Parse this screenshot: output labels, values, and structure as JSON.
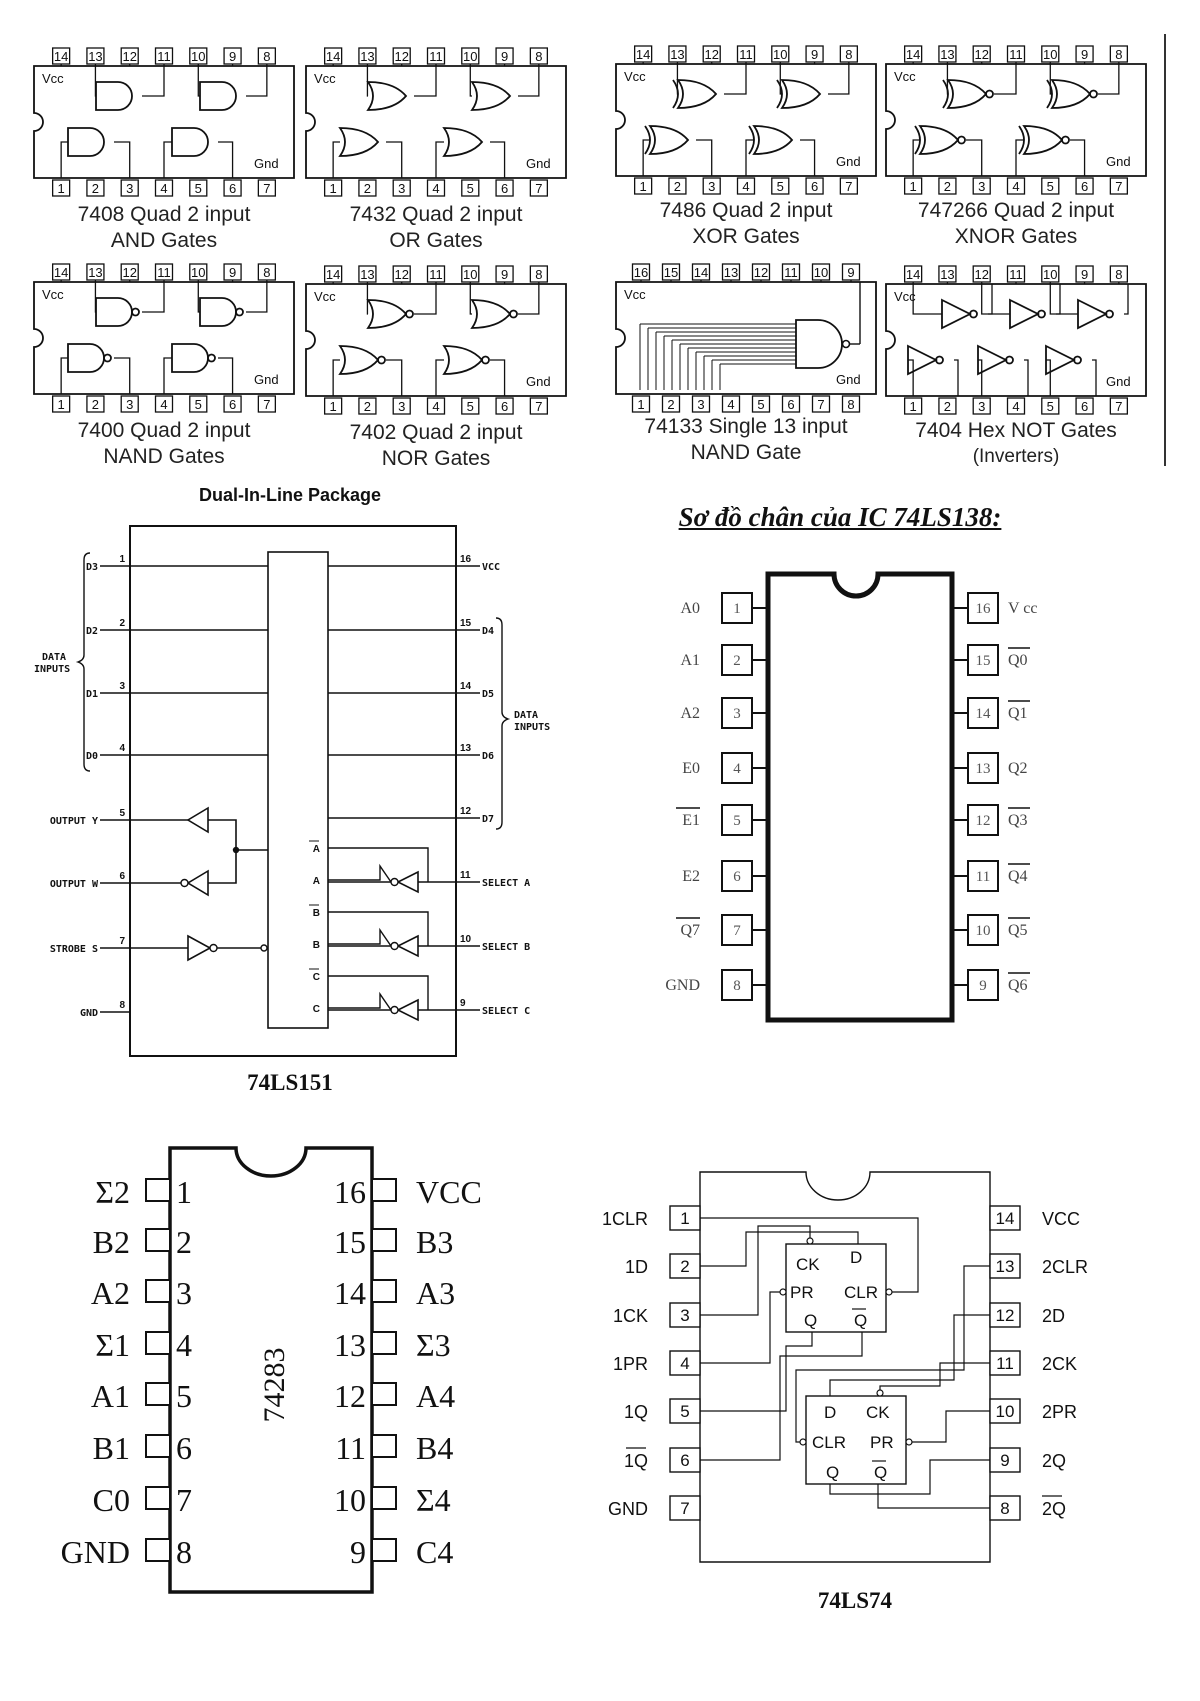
{
  "gate_chips": [
    {
      "id": "7408",
      "line1": "7408 Quad 2 input",
      "line2": "AND Gates",
      "gate": "and",
      "bubble": false,
      "vcc": "Vcc",
      "gnd": "Gnd",
      "top_pins": [
        "14",
        "13",
        "12",
        "11",
        "10",
        "9",
        "8"
      ],
      "bottom_pins": [
        "1",
        "2",
        "3",
        "4",
        "5",
        "6",
        "7"
      ]
    },
    {
      "id": "7432",
      "line1": "7432 Quad 2 input",
      "line2": "OR Gates",
      "gate": "or",
      "bubble": false,
      "vcc": "Vcc",
      "gnd": "Gnd",
      "top_pins": [
        "14",
        "13",
        "12",
        "11",
        "10",
        "9",
        "8"
      ],
      "bottom_pins": [
        "1",
        "2",
        "3",
        "4",
        "5",
        "6",
        "7"
      ]
    },
    {
      "id": "7486",
      "line1": "7486 Quad 2 input",
      "line2": "XOR Gates",
      "gate": "xor",
      "bubble": false,
      "vcc": "Vcc",
      "gnd": "Gnd",
      "top_pins": [
        "14",
        "13",
        "12",
        "11",
        "10",
        "9",
        "8"
      ],
      "bottom_pins": [
        "1",
        "2",
        "3",
        "4",
        "5",
        "6",
        "7"
      ]
    },
    {
      "id": "747266",
      "line1": "747266 Quad 2 input",
      "line2": "XNOR Gates",
      "gate": "xor",
      "bubble": true,
      "vcc": "Vcc",
      "gnd": "Gnd",
      "top_pins": [
        "14",
        "13",
        "12",
        "11",
        "10",
        "9",
        "8"
      ],
      "bottom_pins": [
        "1",
        "2",
        "3",
        "4",
        "5",
        "6",
        "7"
      ]
    },
    {
      "id": "7400",
      "line1": "7400 Quad 2 input",
      "line2": "NAND Gates",
      "gate": "and",
      "bubble": true,
      "vcc": "Vcc",
      "gnd": "Gnd",
      "top_pins": [
        "14",
        "13",
        "12",
        "11",
        "10",
        "9",
        "8"
      ],
      "bottom_pins": [
        "1",
        "2",
        "3",
        "4",
        "5",
        "6",
        "7"
      ]
    },
    {
      "id": "7402",
      "line1": "7402 Quad 2 input",
      "line2": "NOR Gates",
      "gate": "or",
      "bubble": true,
      "vcc": "Vcc",
      "gnd": "Gnd",
      "top_pins": [
        "14",
        "13",
        "12",
        "11",
        "10",
        "9",
        "8"
      ],
      "bottom_pins": [
        "1",
        "2",
        "3",
        "4",
        "5",
        "6",
        "7"
      ]
    },
    {
      "id": "74133",
      "line1": "74133 Single 13 input",
      "line2": "NAND Gate",
      "gate": "nand13",
      "bubble": true,
      "vcc": "Vcc",
      "gnd": "Gnd",
      "top_pins": [
        "16",
        "15",
        "14",
        "13",
        "12",
        "11",
        "10",
        "9"
      ],
      "bottom_pins": [
        "1",
        "2",
        "3",
        "4",
        "5",
        "6",
        "7",
        "8"
      ]
    },
    {
      "id": "7404",
      "line1": "7404 Hex NOT Gates",
      "line2": "(Inverters)",
      "gate": "not",
      "bubble": true,
      "vcc": "Vcc",
      "gnd": "Gnd",
      "top_pins": [
        "14",
        "13",
        "12",
        "11",
        "10",
        "9",
        "8"
      ],
      "bottom_pins": [
        "1",
        "2",
        "3",
        "4",
        "5",
        "6",
        "7"
      ]
    }
  ],
  "ls151": {
    "header": "Dual-In-Line Package",
    "caption": "74LS151",
    "data_inputs_left": "DATA INPUTS",
    "data_inputs_right": "DATA INPUTS",
    "left_pins": [
      {
        "num": "1",
        "label": "D3"
      },
      {
        "num": "2",
        "label": "D2"
      },
      {
        "num": "3",
        "label": "D1"
      },
      {
        "num": "4",
        "label": "D0"
      },
      {
        "num": "5",
        "label": "OUTPUT Y"
      },
      {
        "num": "6",
        "label": "OUTPUT W"
      },
      {
        "num": "7",
        "label": "STROBE S"
      },
      {
        "num": "8",
        "label": "GND"
      }
    ],
    "right_pins": [
      {
        "num": "16",
        "label": "VCC"
      },
      {
        "num": "15",
        "label": "D4"
      },
      {
        "num": "14",
        "label": "D5"
      },
      {
        "num": "13",
        "label": "D6"
      },
      {
        "num": "12",
        "label": "D7"
      },
      {
        "num": "11",
        "label": "SELECT A"
      },
      {
        "num": "10",
        "label": "SELECT B"
      },
      {
        "num": "9",
        "label": "SELECT C"
      }
    ],
    "internal_labels": [
      "A",
      "A",
      "B",
      "B",
      "C",
      "C"
    ]
  },
  "ls138": {
    "title": "Sơ đồ chân của IC 74LS138:",
    "left_pins": [
      {
        "num": "1",
        "label": "A0"
      },
      {
        "num": "2",
        "label": "A1"
      },
      {
        "num": "3",
        "label": "A2"
      },
      {
        "num": "4",
        "label": "E0"
      },
      {
        "num": "5",
        "label": "E1"
      },
      {
        "num": "6",
        "label": "E2"
      },
      {
        "num": "7",
        "label": "Q7"
      },
      {
        "num": "8",
        "label": "GND"
      }
    ],
    "right_pins": [
      {
        "num": "16",
        "label": "V cc"
      },
      {
        "num": "15",
        "label": "Q0"
      },
      {
        "num": "14",
        "label": "Q1"
      },
      {
        "num": "13",
        "label": "Q2"
      },
      {
        "num": "12",
        "label": "Q3"
      },
      {
        "num": "11",
        "label": "Q4"
      },
      {
        "num": "10",
        "label": "Q5"
      },
      {
        "num": "9",
        "label": "Q6"
      }
    ]
  },
  "ic74283": {
    "chip_label": "74283",
    "left_pins": [
      {
        "num": "1",
        "label": "Σ2"
      },
      {
        "num": "2",
        "label": "B2"
      },
      {
        "num": "3",
        "label": "A2"
      },
      {
        "num": "4",
        "label": "Σ1"
      },
      {
        "num": "5",
        "label": "A1"
      },
      {
        "num": "6",
        "label": "B1"
      },
      {
        "num": "7",
        "label": "C0"
      },
      {
        "num": "8",
        "label": "GND"
      }
    ],
    "right_pins": [
      {
        "num": "16",
        "label": "VCC"
      },
      {
        "num": "15",
        "label": "B3"
      },
      {
        "num": "14",
        "label": "A3"
      },
      {
        "num": "13",
        "label": "Σ3"
      },
      {
        "num": "12",
        "label": "A4"
      },
      {
        "num": "11",
        "label": "B4"
      },
      {
        "num": "10",
        "label": "Σ4"
      },
      {
        "num": "9",
        "label": "C4"
      }
    ]
  },
  "ls74": {
    "caption": "74LS74",
    "left_pins": [
      {
        "num": "1",
        "label": "1CLR"
      },
      {
        "num": "2",
        "label": "1D"
      },
      {
        "num": "3",
        "label": "1CK"
      },
      {
        "num": "4",
        "label": "1PR"
      },
      {
        "num": "5",
        "label": "1Q"
      },
      {
        "num": "6",
        "label": "1Q"
      },
      {
        "num": "7",
        "label": "GND"
      }
    ],
    "right_pins": [
      {
        "num": "14",
        "label": "VCC"
      },
      {
        "num": "13",
        "label": "2CLR"
      },
      {
        "num": "12",
        "label": "2D"
      },
      {
        "num": "11",
        "label": "2CK"
      },
      {
        "num": "10",
        "label": "2PR"
      },
      {
        "num": "9",
        "label": "2Q"
      },
      {
        "num": "8",
        "label": "2Q"
      }
    ],
    "ff1": {
      "d": "D",
      "ck": "CK",
      "pr": "PR",
      "clr": "CLR",
      "q": "Q",
      "qbar": "Q"
    },
    "ff2": {
      "d": "D",
      "ck": "CK",
      "pr": "PR",
      "clr": "CLR",
      "q": "Q",
      "qbar": "Q"
    }
  }
}
